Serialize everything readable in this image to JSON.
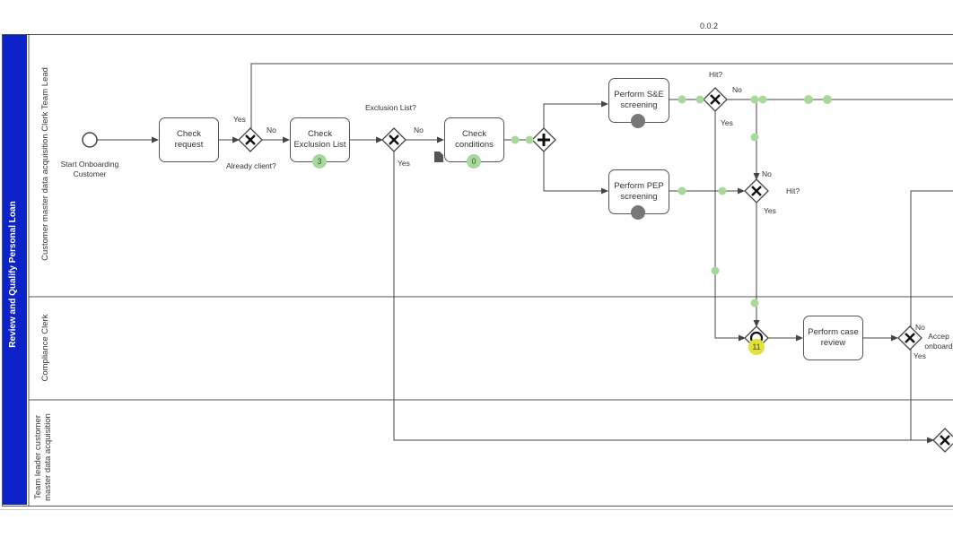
{
  "version": "0.0.2",
  "pool": {
    "name": "Review and Qualify Personal Loan"
  },
  "lanes": [
    {
      "name": "Customer master data acquisition Clerk Team Lead"
    },
    {
      "name": "Compliance Clerk"
    },
    {
      "name": "Team leader customer master data acquisition"
    }
  ],
  "start_event": {
    "label": "Start Onboarding Customer"
  },
  "tasks": {
    "check_request": "Check request",
    "check_exclusion": "Check Exclusion List",
    "check_conditions": "Check conditions",
    "perform_se": "Perform S&E screening",
    "perform_pep": "Perform PEP screening",
    "case_review": "Perform case review"
  },
  "gateways": {
    "already_client": "Already client?",
    "exclusion_list": "Exclusion List?",
    "hit_top": "Hit?",
    "hit_bottom": "Hit?",
    "accept_partial": "Accep onboard"
  },
  "flow_labels": {
    "yes": "Yes",
    "no": "No"
  },
  "badges": {
    "exclusion_count": "3",
    "conditions_count": "0",
    "join_count": "11"
  },
  "colors": {
    "pool_header": "#0b23c9",
    "token": "#a8d89a",
    "active_token": "#e2e23a",
    "line": "#555555"
  }
}
